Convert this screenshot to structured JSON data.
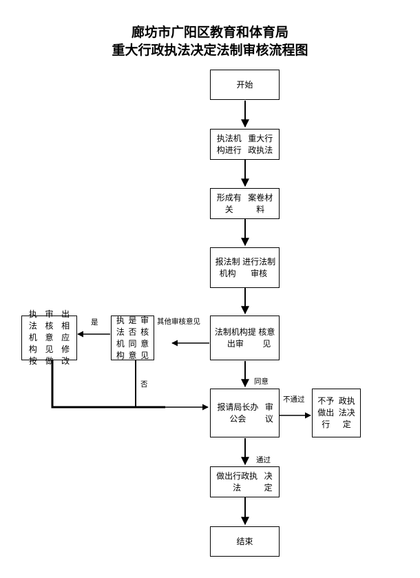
{
  "title": {
    "line1": "廊坊市广阳区教育和体育局",
    "line2": "重大行政执法决定法制审核流程图"
  },
  "boxes": {
    "start": "开始",
    "step1": [
      "执法机构进行",
      "重大行政执法"
    ],
    "step2": [
      "形成有关",
      "案卷材料"
    ],
    "step3": [
      "报法制机构",
      "进行法制审核"
    ],
    "step4": [
      "法制机构提出审",
      "核意见"
    ],
    "agree_check": [
      "执法机构",
      "是否同意",
      "审核意见"
    ],
    "revise": [
      "执法机构按",
      "审核意见做",
      "出相应修改"
    ],
    "report": [
      "报请局长办公会",
      "审议"
    ],
    "reject": [
      "不予做出行",
      "政执法决定"
    ],
    "decide": [
      "做出行政执法",
      "决定"
    ],
    "end": "结束"
  },
  "labels": {
    "other_opinion": "其他审核意见",
    "yes": "是",
    "no": "否",
    "agree": "同意",
    "not_pass": "不通过",
    "pass": "通过"
  }
}
